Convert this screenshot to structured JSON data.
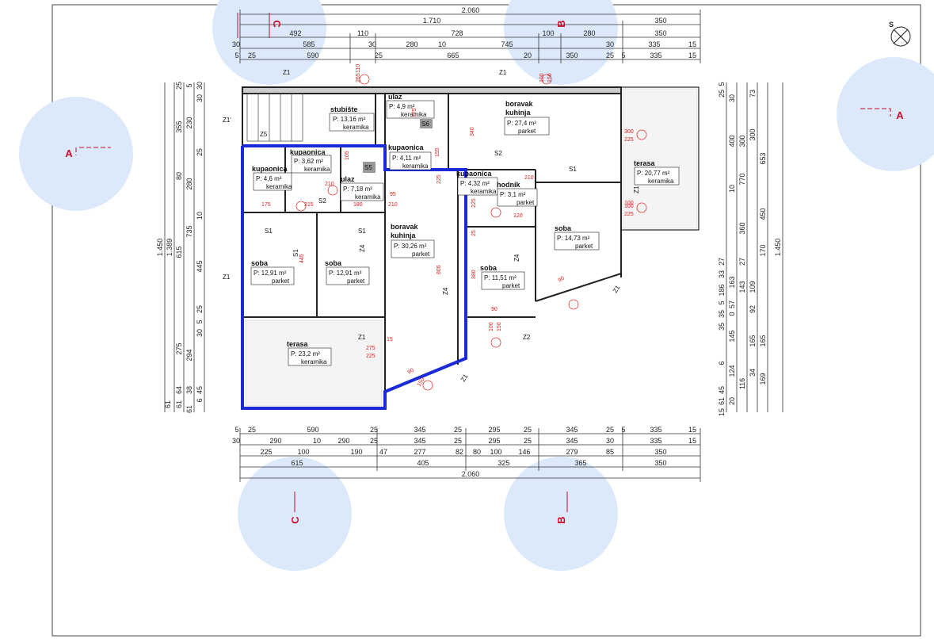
{
  "colors": {
    "wall": "#222222",
    "dimension_line": "#333333",
    "red_annotation": "#e03030",
    "highlight_outline": "#1a2bd6",
    "watermark_circle": "#dce9fb"
  },
  "top_dimensions": {
    "row1": [
      "2.060"
    ],
    "row2": [
      "1.710",
      "350"
    ],
    "row3": [
      "492",
      "110",
      "728",
      "100",
      "280",
      "350"
    ],
    "row4": [
      "30",
      "585",
      "30",
      "280",
      "10",
      "745",
      "30",
      "335",
      "15"
    ],
    "row5": [
      "5",
      "25",
      "590",
      "25",
      "665",
      "20",
      "350",
      "25",
      "5",
      "335",
      "15"
    ]
  },
  "bottom_dimensions": {
    "row1": [
      "5",
      "25",
      "590",
      "25",
      "345",
      "25",
      "295",
      "25",
      "345",
      "25",
      "5",
      "335",
      "15"
    ],
    "row2": [
      "30",
      "290",
      "10",
      "290",
      "25",
      "345",
      "25",
      "295",
      "25",
      "345",
      "30",
      "335",
      "15"
    ],
    "row3": [
      "225",
      "100",
      "190",
      "47",
      "277",
      "82",
      "80",
      "100",
      "146",
      "279",
      "85",
      "350"
    ],
    "row4": [
      "615",
      "405",
      "325",
      "365",
      "350"
    ],
    "row5": [
      "2.060"
    ]
  },
  "left_dimensions": {
    "outer": [
      "1.450"
    ],
    "col2": [
      "1.389"
    ],
    "col3": [
      "355",
      "80",
      "615",
      "275",
      "64"
    ],
    "col4": [
      "230",
      "280",
      "735",
      "294",
      "38"
    ],
    "col5": [
      "30",
      "25",
      "10",
      "445",
      "25",
      "5",
      "30",
      "45",
      "6"
    ],
    "small": [
      "25",
      "5",
      "30",
      "61",
      "61",
      "61"
    ]
  },
  "right_dimensions": {
    "outer": [
      "1.450"
    ],
    "col2": [
      "653",
      "450",
      "170",
      "165",
      "169"
    ],
    "col3": [
      "73",
      "300",
      "300",
      "109",
      "92",
      "165",
      "34"
    ],
    "col4": [
      "770",
      "360",
      "143",
      "27",
      "116"
    ],
    "col5": [
      "30",
      "400",
      "10",
      "163",
      "57",
      "0",
      "145",
      "124",
      "20"
    ],
    "small": [
      "25",
      "5",
      "27",
      "33",
      "186",
      "5",
      "35",
      "35",
      "6",
      "45",
      "61",
      "15"
    ]
  },
  "section_markers": {
    "top_left": "C",
    "top_right": "B",
    "bottom_left": "C",
    "bottom_right": "B",
    "left": "A",
    "right": "A"
  },
  "north_arrow": "S",
  "rooms": [
    {
      "name": "stubište",
      "area": "P:   13,16 m²",
      "floor": "keramika"
    },
    {
      "name": "ulaz",
      "area": "P:    4,9 m²",
      "floor": "keramika"
    },
    {
      "name": "boravak\nkuhinja",
      "area": "P:   27,4 m²",
      "floor": "parket"
    },
    {
      "name": "kupaonica",
      "area": "P:  3,62 m²",
      "floor": "keramika"
    },
    {
      "name": "kupaonica",
      "area": "P:   4,6 m²",
      "floor": "keramika"
    },
    {
      "name": "kupaonica",
      "area": "P:   4,11 m²",
      "floor": "keramika"
    },
    {
      "name": "ulaz",
      "area": "P:   7,18 m²",
      "floor": "keramika"
    },
    {
      "name": "kupaonica",
      "area": "P:  4,32 m²",
      "floor": "keramika"
    },
    {
      "name": "hodnik",
      "area": "P:  3,1 m²",
      "floor": "parket"
    },
    {
      "name": "terasa",
      "area": "P:   20,77 m²",
      "floor": "keramika"
    },
    {
      "name": "boravak\nkuhinja",
      "area": "P:   30,26 m²",
      "floor": "parket"
    },
    {
      "name": "soba",
      "area": "P:   14,73 m²",
      "floor": "parket"
    },
    {
      "name": "soba",
      "area": "P:   12,91 m²",
      "floor": "parket"
    },
    {
      "name": "soba",
      "area": "P:   12,91 m²",
      "floor": "parket"
    },
    {
      "name": "soba",
      "area": "P:   11,51 m²",
      "floor": "parket"
    },
    {
      "name": "terasa",
      "area": "P:   23,2 m²",
      "floor": "keramika"
    }
  ],
  "tags": [
    "Z1",
    "Z1",
    "Z1'",
    "Z5",
    "S6",
    "S5",
    "S2",
    "S2",
    "S1",
    "S1",
    "S1",
    "S1",
    "Z4",
    "Z4",
    "Z4",
    "Z1",
    "Z1",
    "Z1",
    "Z2",
    "Z1",
    "Z1"
  ],
  "red_notes": [
    "265",
    "110",
    "100",
    "150",
    "175",
    "340",
    "155",
    "105",
    "210",
    "95",
    "210",
    "175",
    "215",
    "180",
    "225",
    "120",
    "210",
    "100",
    "805",
    "225",
    "445",
    "25",
    "380",
    "90",
    "150",
    "100",
    "275",
    "225",
    "90",
    "150",
    "90",
    "300",
    "225",
    "100",
    "225",
    "15"
  ]
}
